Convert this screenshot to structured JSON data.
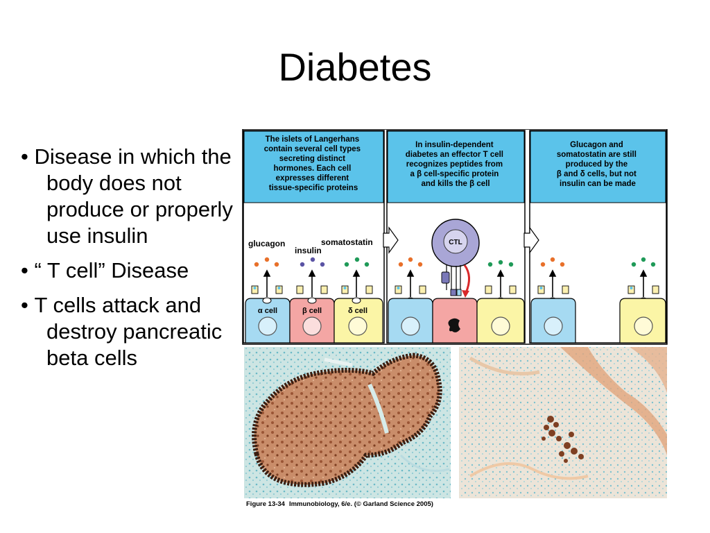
{
  "slide": {
    "title": "Diabetes",
    "bullets": [
      "Disease in which the body does not produce or properly use insulin",
      "“ T cell” Disease",
      "T cells attack and destroy pancreatic beta cells"
    ]
  },
  "figure": {
    "panels": [
      "The islets of Langerhans contain several cell types secreting distinct hormones. Each cell expresses different tissue-specific proteins",
      "In insulin-dependent diabetes an effector T cell recognizes peptides from a β cell-specific protein and kills the β cell",
      "Glucagon and somatostatin are still produced by the β and δ cells, but not insulin can be made"
    ],
    "hormone_labels": {
      "glucagon": "glucagon",
      "insulin": "insulin",
      "somatostatin": "somatostatin"
    },
    "cell_labels": {
      "alpha": "α cell",
      "beta": "β cell",
      "delta": "δ cell"
    },
    "ctl_label": "CTL",
    "caption_number": "Figure 13-34",
    "caption_text": "Immunobiology, 6/e. (© Garland Science 2005)"
  },
  "colors": {
    "panel_header": "#5bc3ea",
    "alpha_cell": "#a6daf2",
    "beta_cell": "#f4a6a4",
    "delta_cell": "#fbf5a6",
    "ctl": "#a9a6d6",
    "glucagon_dot": "#e8702a",
    "insulin_dot": "#5a53a4",
    "somatostatin_dot": "#1f9a58",
    "kill_arrow": "#d8282a"
  }
}
